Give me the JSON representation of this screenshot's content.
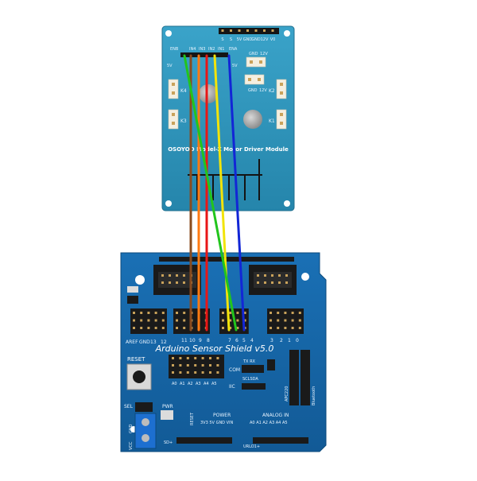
{
  "driver": {
    "title": "OSOYOO Model-X Motor Driver Module",
    "power_header_labels": [
      "S",
      "S",
      "5V",
      "GND",
      "GND",
      "12V",
      "V0"
    ],
    "input_labels": [
      "ENB",
      "IN4",
      "IN3",
      "IN2",
      "IN1",
      "ENA"
    ],
    "side_labels": {
      "left_5v": "5V",
      "right_5v": "5V"
    },
    "terminal_labels": [
      "GND",
      "12V",
      "GND",
      "12V"
    ],
    "connector_labels": [
      "K4",
      "K3",
      "K2",
      "K1"
    ]
  },
  "shield": {
    "title": "Arduino Sensor Shield v5.0",
    "reset_label": "RESET",
    "left_pin_labels": [
      "AREF",
      "GND",
      "13",
      "12"
    ],
    "digital_pin_labels": [
      "11",
      "10",
      "9",
      "8",
      "7",
      "6",
      "5",
      "4",
      "3",
      "2",
      "1",
      "0"
    ],
    "analog_small_labels": [
      "A0",
      "A1",
      "A2",
      "A3",
      "A4",
      "A5"
    ],
    "com_label": "COM",
    "tx_rx_label": "TX RX",
    "scl_sda_label": "SCLSDA",
    "iic_label": "IIC",
    "apc220_label": "APC220",
    "bluetooth_label": "Bluetooth",
    "power_label": "POWER",
    "power_pins_label": "3V3 5V GND VIN",
    "reset_side_label": "RESET",
    "analog_in_label": "ANALOG IN",
    "analog_in_pins": "A0 A1 A2 A3 A4 A5",
    "sel_label": "SEL",
    "pwr_label": "PWR",
    "gnd_label": "GND",
    "vcc_label": "VCC",
    "sd_label": "SD+",
    "urlo_label": "URLO1+"
  },
  "colors": {
    "board": "#2f93b8",
    "shield": "#1566a8",
    "wire_green": "#22c51c",
    "wire_brown": "#8a4b1e",
    "wire_orange": "#ff7a12",
    "wire_red": "#e81616",
    "wire_yellow": "#f2e40a",
    "wire_blue": "#1226d6"
  }
}
